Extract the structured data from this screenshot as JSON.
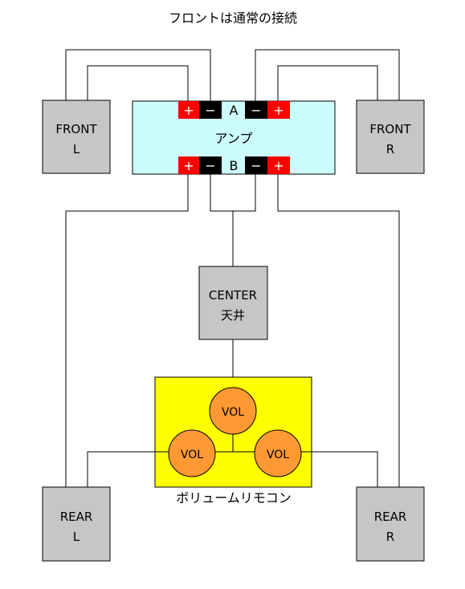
{
  "title": "フロントは通常の接続",
  "amp": {
    "label": "アンプ",
    "channel_a": "A",
    "channel_b": "B",
    "plus": "+",
    "minus": "−"
  },
  "speakers": {
    "front_left": {
      "line1": "FRONT",
      "line2": "L"
    },
    "front_right": {
      "line1": "FRONT",
      "line2": "R"
    },
    "center": {
      "line1": "CENTER",
      "line2": "天井"
    },
    "rear_left": {
      "line1": "REAR",
      "line2": "L"
    },
    "rear_right": {
      "line1": "REAR",
      "line2": "R"
    }
  },
  "remote": {
    "label": "ボリュームリモコン",
    "knob_top": "VOL",
    "knob_left": "VOL",
    "knob_right": "VOL"
  },
  "colors": {
    "amp_fill": "#ccfcfc",
    "speaker_fill": "#c6c6c6",
    "remote_fill": "#ffff00",
    "knob_fill": "#ff9933",
    "terminal_plus": "#ff0000",
    "terminal_minus": "#000000"
  }
}
